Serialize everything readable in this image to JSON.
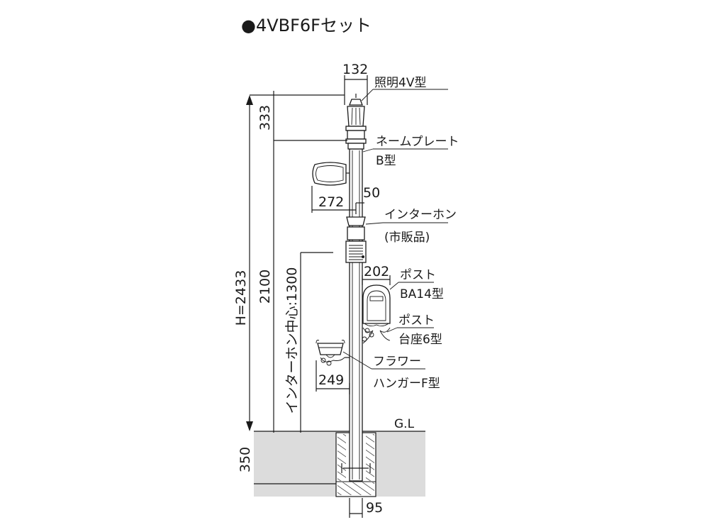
{
  "title": "●4VBF6Fセット",
  "labels": {
    "light": "照明4V型",
    "nameplate_1": "ネームプレート",
    "nameplate_2": "B型",
    "intercom_1": "インターホン",
    "intercom_2": "(市販品)",
    "post_1": "ポスト",
    "post_2": "BA14型",
    "post_base_1": "ポスト",
    "post_base_2": "台座6型",
    "flower_1": "フラワー",
    "flower_2": "ハンガーF型",
    "ground": "G.L"
  },
  "dimensions": {
    "top_width": "132",
    "light_height": "333",
    "nameplate_width": "272",
    "nameplate_offset": "50",
    "post_width": "202",
    "flower_width": "249",
    "total_height": "H=2433",
    "nameplate_height": "2100",
    "intercom_center": "インターホン中心:1300",
    "foundation_depth": "350",
    "base_width": "95"
  },
  "colors": {
    "line": "#1a1a1a",
    "ground_fill": "#dcdcdc",
    "background": "#ffffff"
  }
}
